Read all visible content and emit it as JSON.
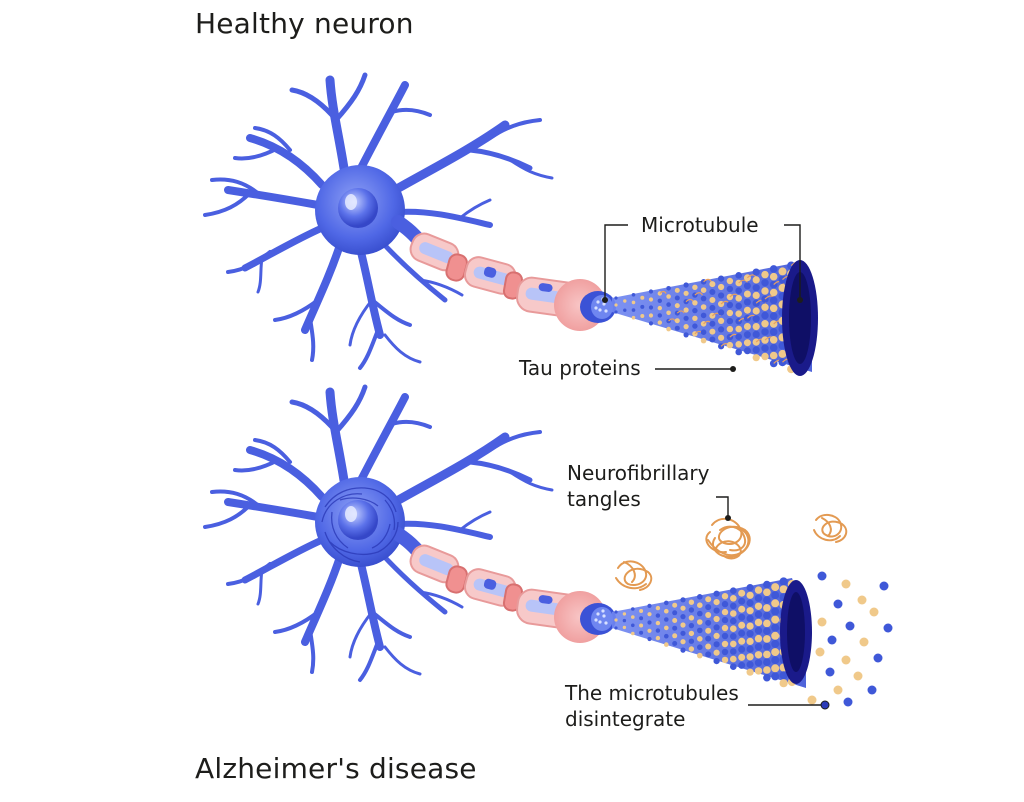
{
  "healthy": {
    "title": "Healthy neuron",
    "labels": {
      "microtubule": "Microtubule",
      "tau": "Tau proteins"
    }
  },
  "alzheimer": {
    "title": "Alzheimer's disease",
    "labels": {
      "tangles_line1": "Neurofibrillary",
      "tangles_line2": "tangles",
      "disintegrate_line1": "The microtubules",
      "disintegrate_line2": "disintegrate"
    }
  },
  "colors": {
    "neuron": "#4a5fe0",
    "neuron_light": "#6f86f0",
    "microtubule_dark": "#1a1a8a",
    "tubulin_blue": "#3f58d8",
    "tubulin_tan": "#f0c98a",
    "sheath_pink": "#f6c3c3",
    "tau_orange": "#e8a060"
  },
  "icons": {
    "neuron": "neuron-cell-icon",
    "microtubule": "microtubule-cone-icon",
    "tangles": "tangle-cluster-icon"
  }
}
